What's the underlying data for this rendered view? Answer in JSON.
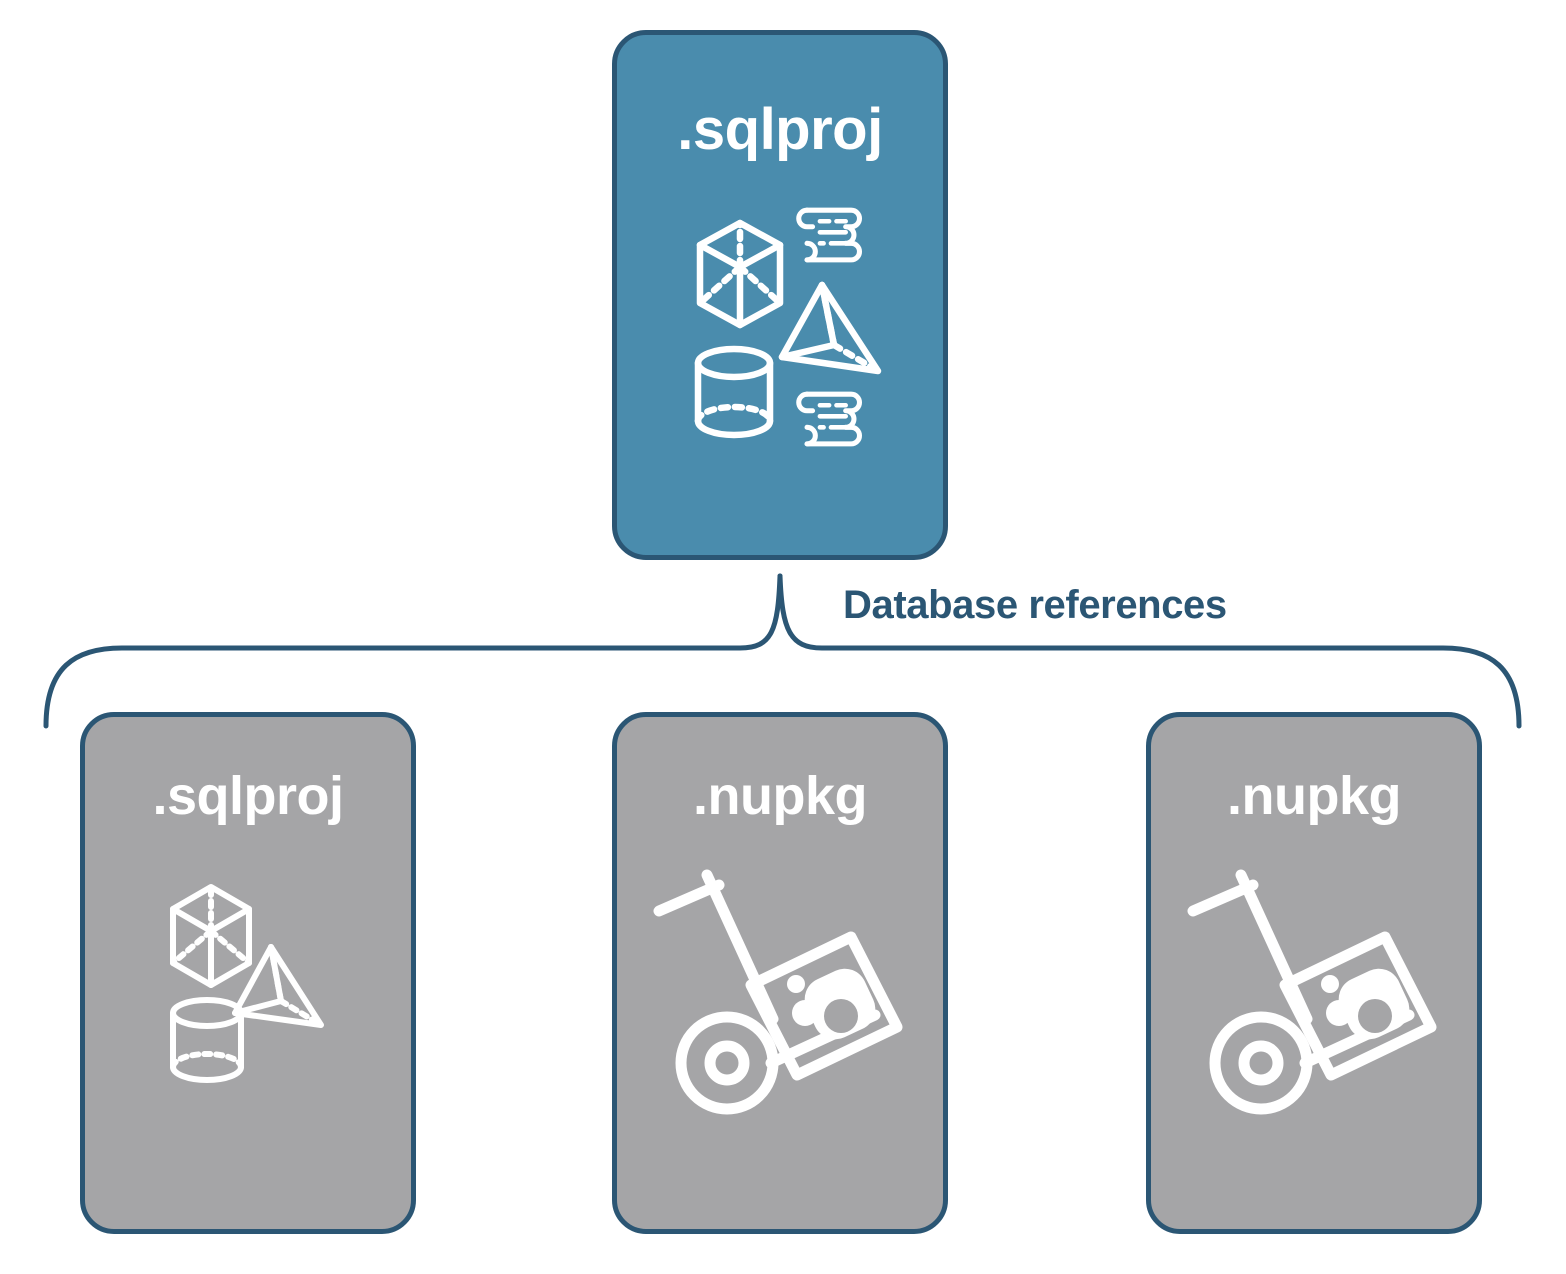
{
  "diagram": {
    "title": "Database references",
    "colors": {
      "primary_box_fill": "#4a8cad",
      "secondary_box_fill": "#a5a5a7",
      "border": "#2b5674",
      "label_text": "#2b5674",
      "icon": "#ffffff",
      "background": "#ffffff"
    },
    "connector": {
      "label": "Database references",
      "style": "curly-bracket"
    },
    "root": {
      "label": ".sqlproj",
      "kind": "sqlproj",
      "fill": "blue",
      "icons": [
        "cube-icon",
        "scroll-icon",
        "pyramid-icon",
        "cylinder-icon",
        "scroll-icon"
      ]
    },
    "references": [
      {
        "label": ".sqlproj",
        "kind": "sqlproj",
        "fill": "gray",
        "icons": [
          "cube-icon",
          "pyramid-icon",
          "cylinder-icon"
        ]
      },
      {
        "label": ".nupkg",
        "kind": "nupkg",
        "fill": "gray",
        "icons": [
          "hand-truck-package-icon"
        ]
      },
      {
        "label": ".nupkg",
        "kind": "nupkg",
        "fill": "gray",
        "icons": [
          "hand-truck-package-icon"
        ]
      }
    ]
  }
}
